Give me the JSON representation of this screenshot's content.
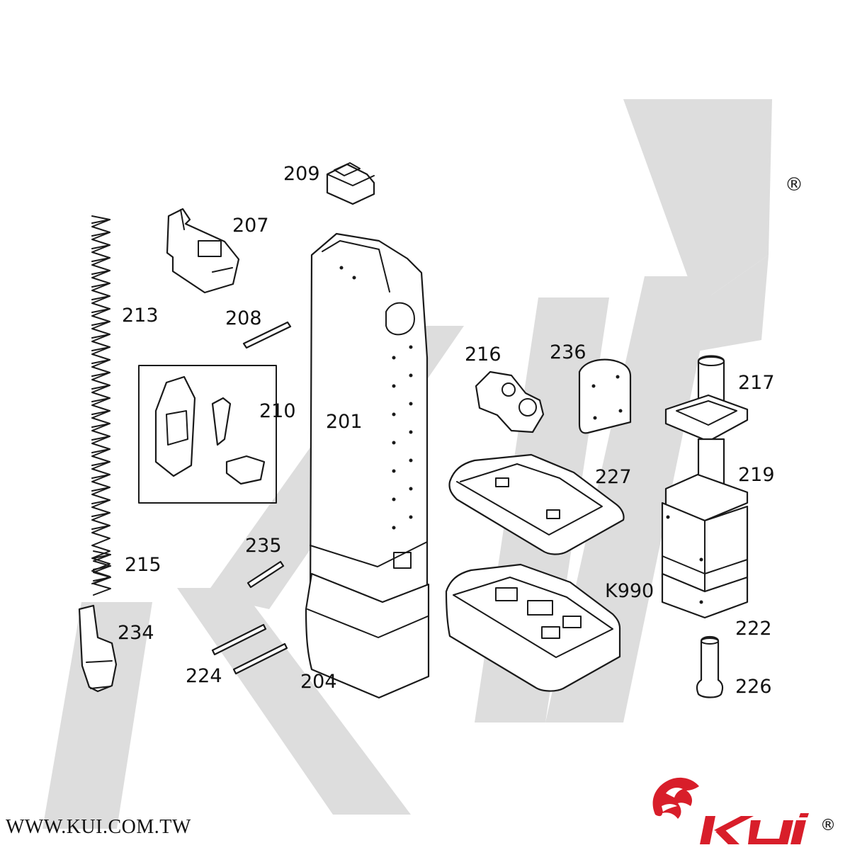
{
  "diagram": {
    "labels": {
      "p209": "209",
      "p207": "207",
      "p213": "213",
      "p208": "208",
      "p210": "210",
      "p201": "201",
      "p216": "216",
      "p236": "236",
      "p217": "217",
      "p219": "219",
      "p227": "227",
      "pK990": "K990",
      "p215": "215",
      "p235": "235",
      "p234": "234",
      "p224": "224",
      "p204": "204",
      "p222": "222",
      "p226": "226"
    }
  },
  "footer": {
    "website": "WWW.KUI.COM.TW",
    "brand": "KUI",
    "registered_mark": "®"
  },
  "colors": {
    "line": "#1a1a1a",
    "watermark": "#dddddd",
    "logo_red": "#d81e2a"
  }
}
